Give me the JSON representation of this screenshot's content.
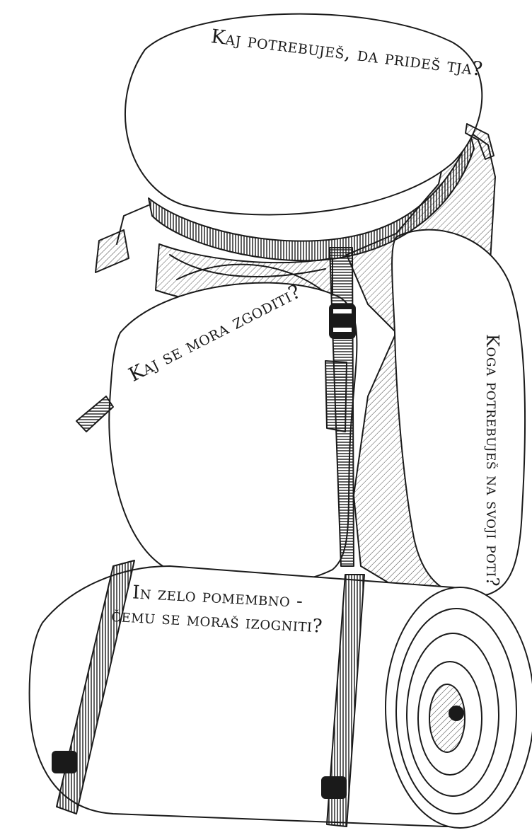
{
  "questions": {
    "top": "Kaj potrebuješ, da prideš tja?",
    "middle": "Kaj se mora zgoditi?",
    "side": "Koga potrebuješ na svoji poti?",
    "bottom_line1": "In zelo pomembno -",
    "bottom_line2": "čemu se moraš izogniti?"
  },
  "colors": {
    "ink": "#1a1a1a",
    "paper": "#ffffff"
  }
}
